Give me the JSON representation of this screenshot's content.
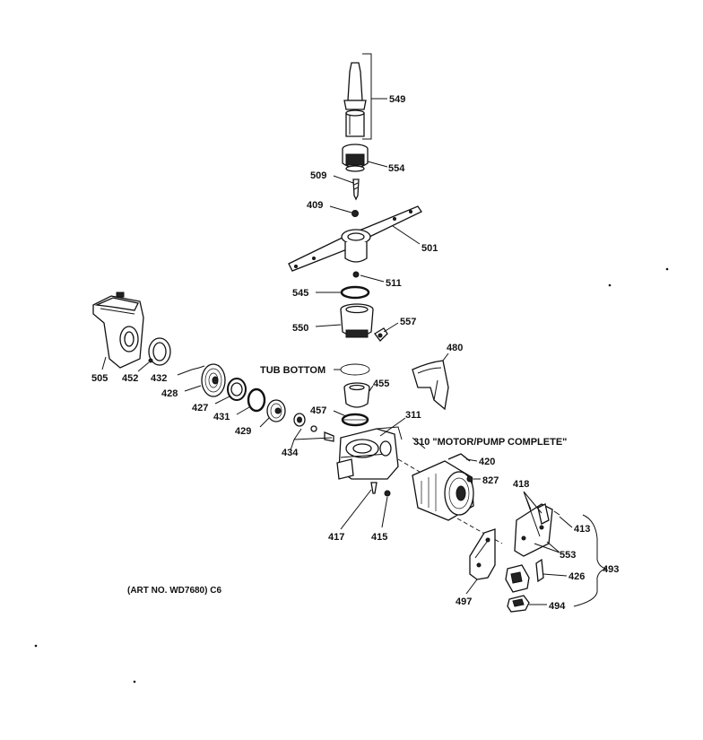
{
  "callouts": {
    "c549": "549",
    "c554": "554",
    "c509": "509",
    "c409": "409",
    "c501": "501",
    "c511": "511",
    "c545": "545",
    "c550": "550",
    "c557": "557",
    "c480": "480",
    "c505": "505",
    "c452": "452",
    "c432": "432",
    "c428": "428",
    "c427": "427",
    "c431": "431",
    "c429": "429",
    "c434": "434",
    "c455": "455",
    "c457": "457",
    "c311": "311",
    "c310": "310 \"MOTOR/PUMP COMPLETE\"",
    "c420": "420",
    "c827": "827",
    "c418": "418",
    "c413": "413",
    "c553": "553",
    "c493": "493",
    "c426": "426",
    "c494": "494",
    "c497": "497",
    "c417": "417",
    "c415": "415"
  },
  "tub_bottom_label": "TUB BOTTOM",
  "art_number": "(ART NO. WD7680) C6"
}
